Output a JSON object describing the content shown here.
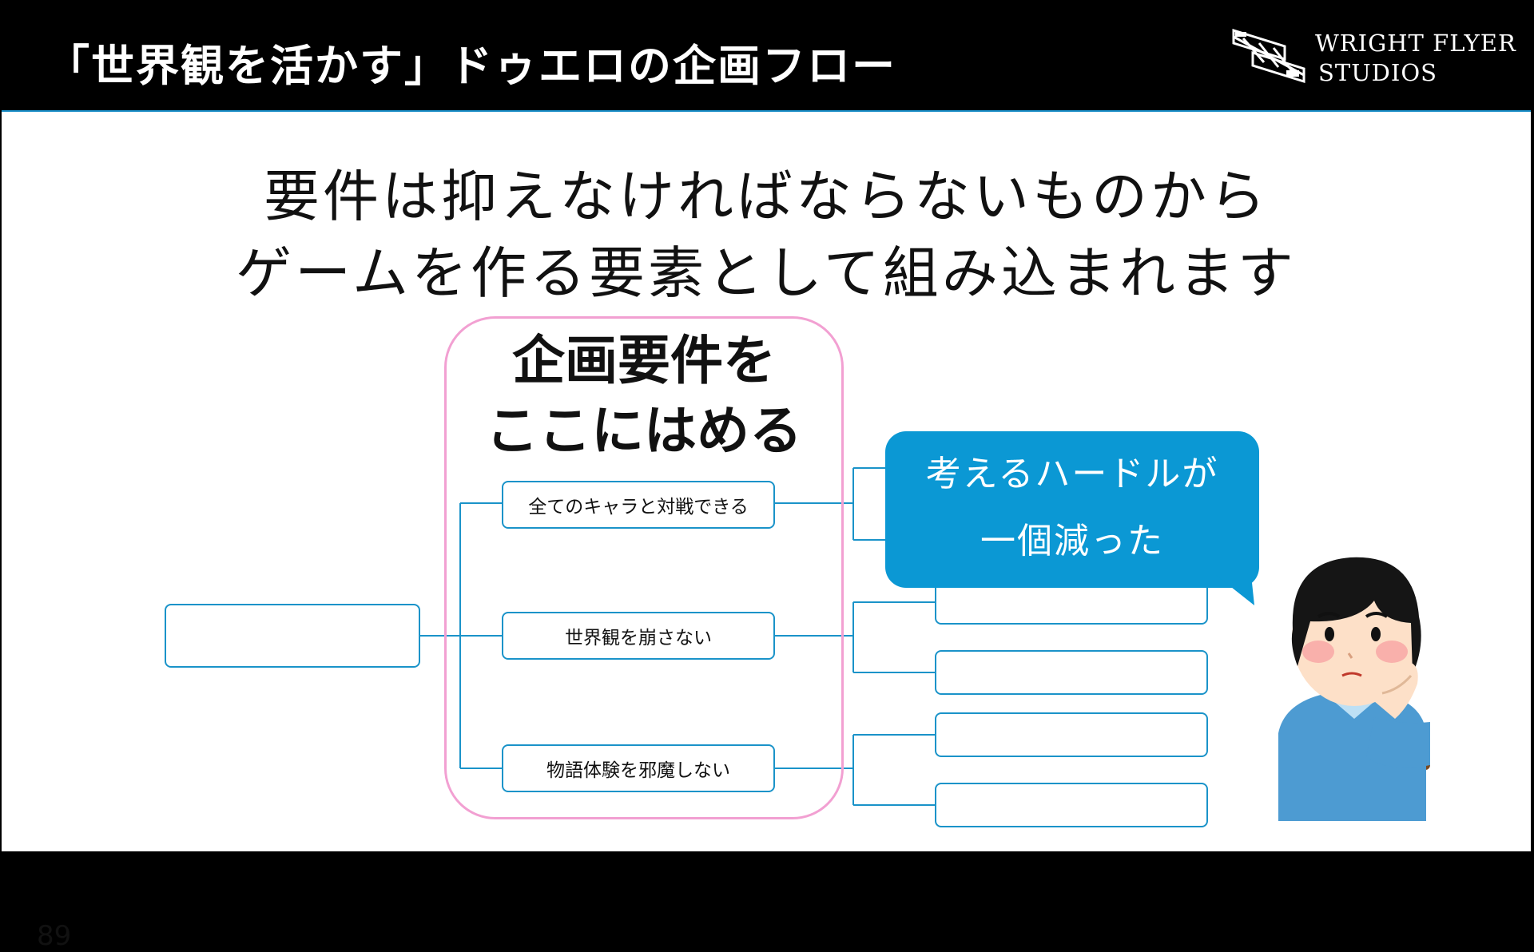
{
  "header": {
    "title": "「世界観を活かす」ドゥエロの企画フロー",
    "logo_line1": "WRIGHT FLYER",
    "logo_line2": "STUDIOS"
  },
  "headline": {
    "line1": "要件は抑えなければならないものから",
    "line2": "ゲームを作る要素として組み込まれます"
  },
  "requirements_frame": {
    "label_line1": "企画要件を",
    "label_line2": "ここにはめる"
  },
  "requirements": [
    {
      "label": "全てのキャラと対戦できる"
    },
    {
      "label": "世界観を崩さない"
    },
    {
      "label": "物語体験を邪魔しない"
    }
  ],
  "callout": {
    "line1": "考えるハードルが",
    "line2": "一個減った"
  },
  "page_number": "89",
  "colors": {
    "accent_blue": "#1a93c9",
    "bubble_blue": "#0b98d4",
    "frame_pink": "#f2a0d2"
  },
  "icons": {
    "logo": "biplane-logo-icon",
    "person": "thinking-person-illustration"
  }
}
